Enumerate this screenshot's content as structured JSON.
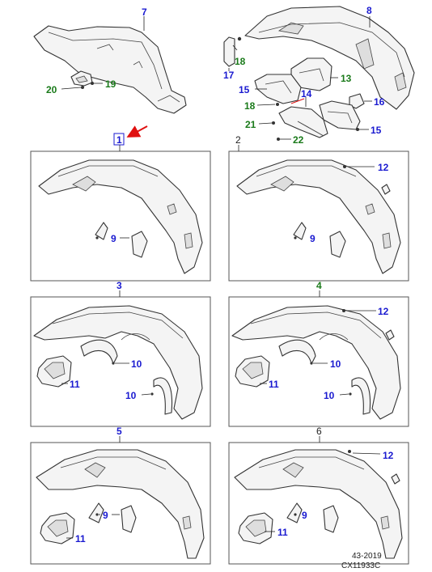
{
  "callouts": {
    "c7": "7",
    "c8": "8",
    "c17": "17",
    "c18a": "18",
    "c15a": "15",
    "c13": "13",
    "c18b": "18",
    "c14": "14",
    "c16": "16",
    "c21": "21",
    "c22": "22",
    "c15b": "15",
    "c20": "20",
    "c19": "19",
    "p1": "1",
    "p2": "2",
    "p3": "3",
    "p4": "4",
    "p5": "5",
    "p6": "6",
    "p1_9": "9",
    "p2_9": "9",
    "p2_12": "12",
    "p3_10a": "10",
    "p3_10b": "10",
    "p3_11": "11",
    "p4_12": "12",
    "p4_10a": "10",
    "p4_10b": "10",
    "p4_11": "11",
    "p5_9": "9",
    "p5_11": "11",
    "p6_12": "12",
    "p6_9": "9",
    "p6_11": "11"
  },
  "footer": {
    "year": "43-2019",
    "code": "CX11933C"
  },
  "colors": {
    "blue": "#1a1ad0",
    "green": "#1a7a1a",
    "arrow": "#e01010"
  }
}
